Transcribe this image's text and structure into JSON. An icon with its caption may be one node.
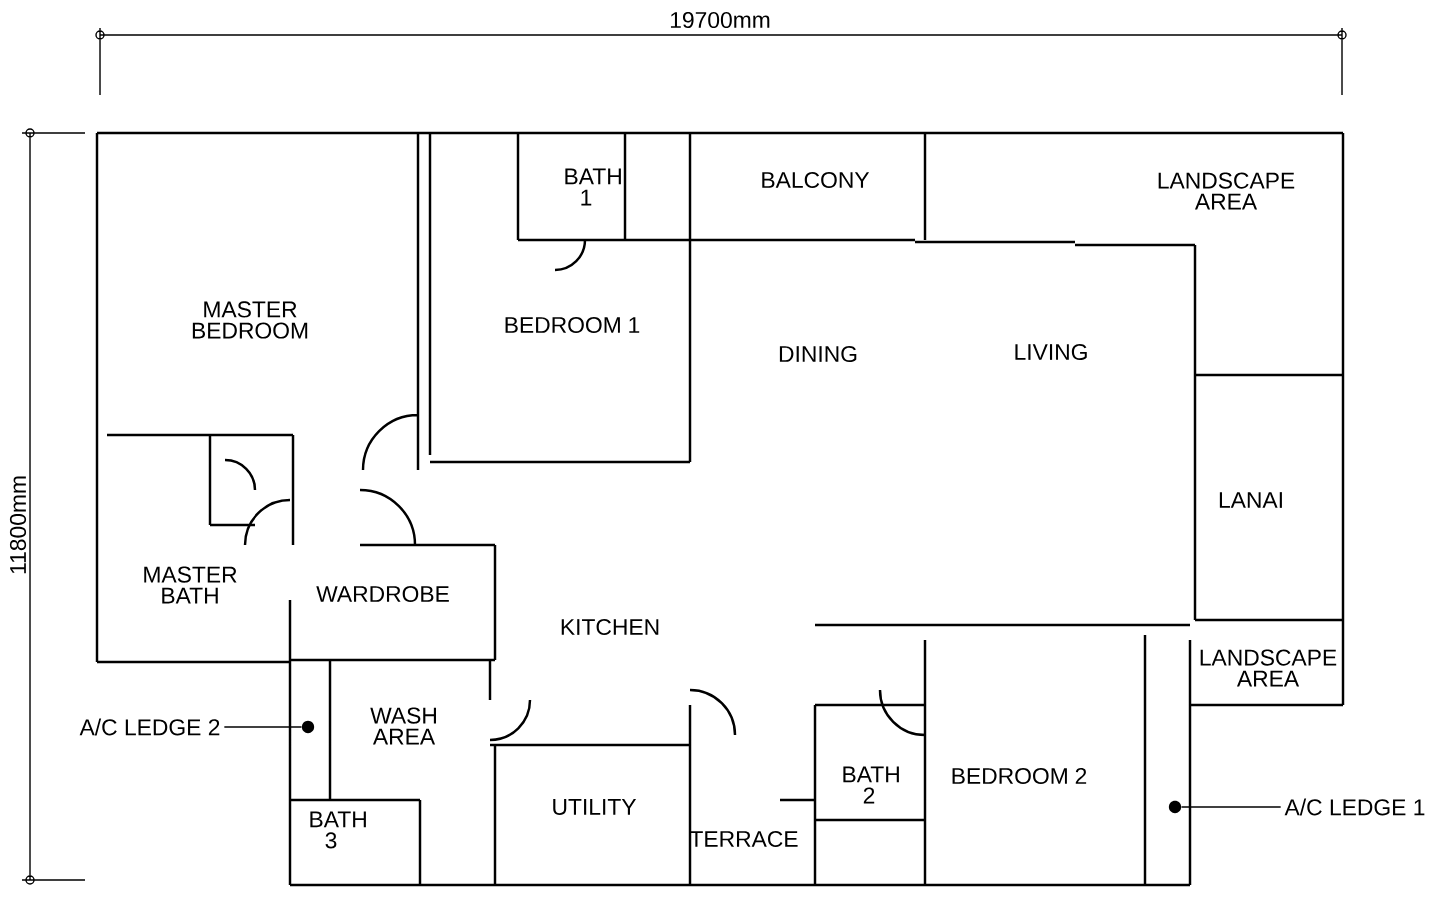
{
  "diagram": {
    "nodes": [
      {
        "text": [
          "A/C LEDGE 2"
        ]
      },
      {
        "text": [
          "A/C LEDGE 1"
        ]
      },
      {
        "text": [],
        "shape": "circle"
      },
      {
        "text": [],
        "shape": "circle"
      }
    ],
    "edges": [
      {
        "from": 0,
        "to": 2,
        "arrow": "none"
      },
      {
        "from": 1,
        "to": 3,
        "arrow": "none"
      }
    ],
    "labels": [
      "19700mm",
      "BATH 1",
      "BALCONY",
      "LANDSCAPE AREA",
      "MASTER BEDROOM",
      "BEDROOM 1",
      "DINING",
      "LIVING",
      "11800mm",
      "LANAI",
      "MASTER BATH",
      "WARDROBE",
      "KITCHEN",
      "LANDSCAPE AREA",
      "WASH AREA",
      "BEDROOM 2",
      "BATH 2",
      "UTILITY",
      "BATH 3",
      "TERRACE"
    ]
  }
}
